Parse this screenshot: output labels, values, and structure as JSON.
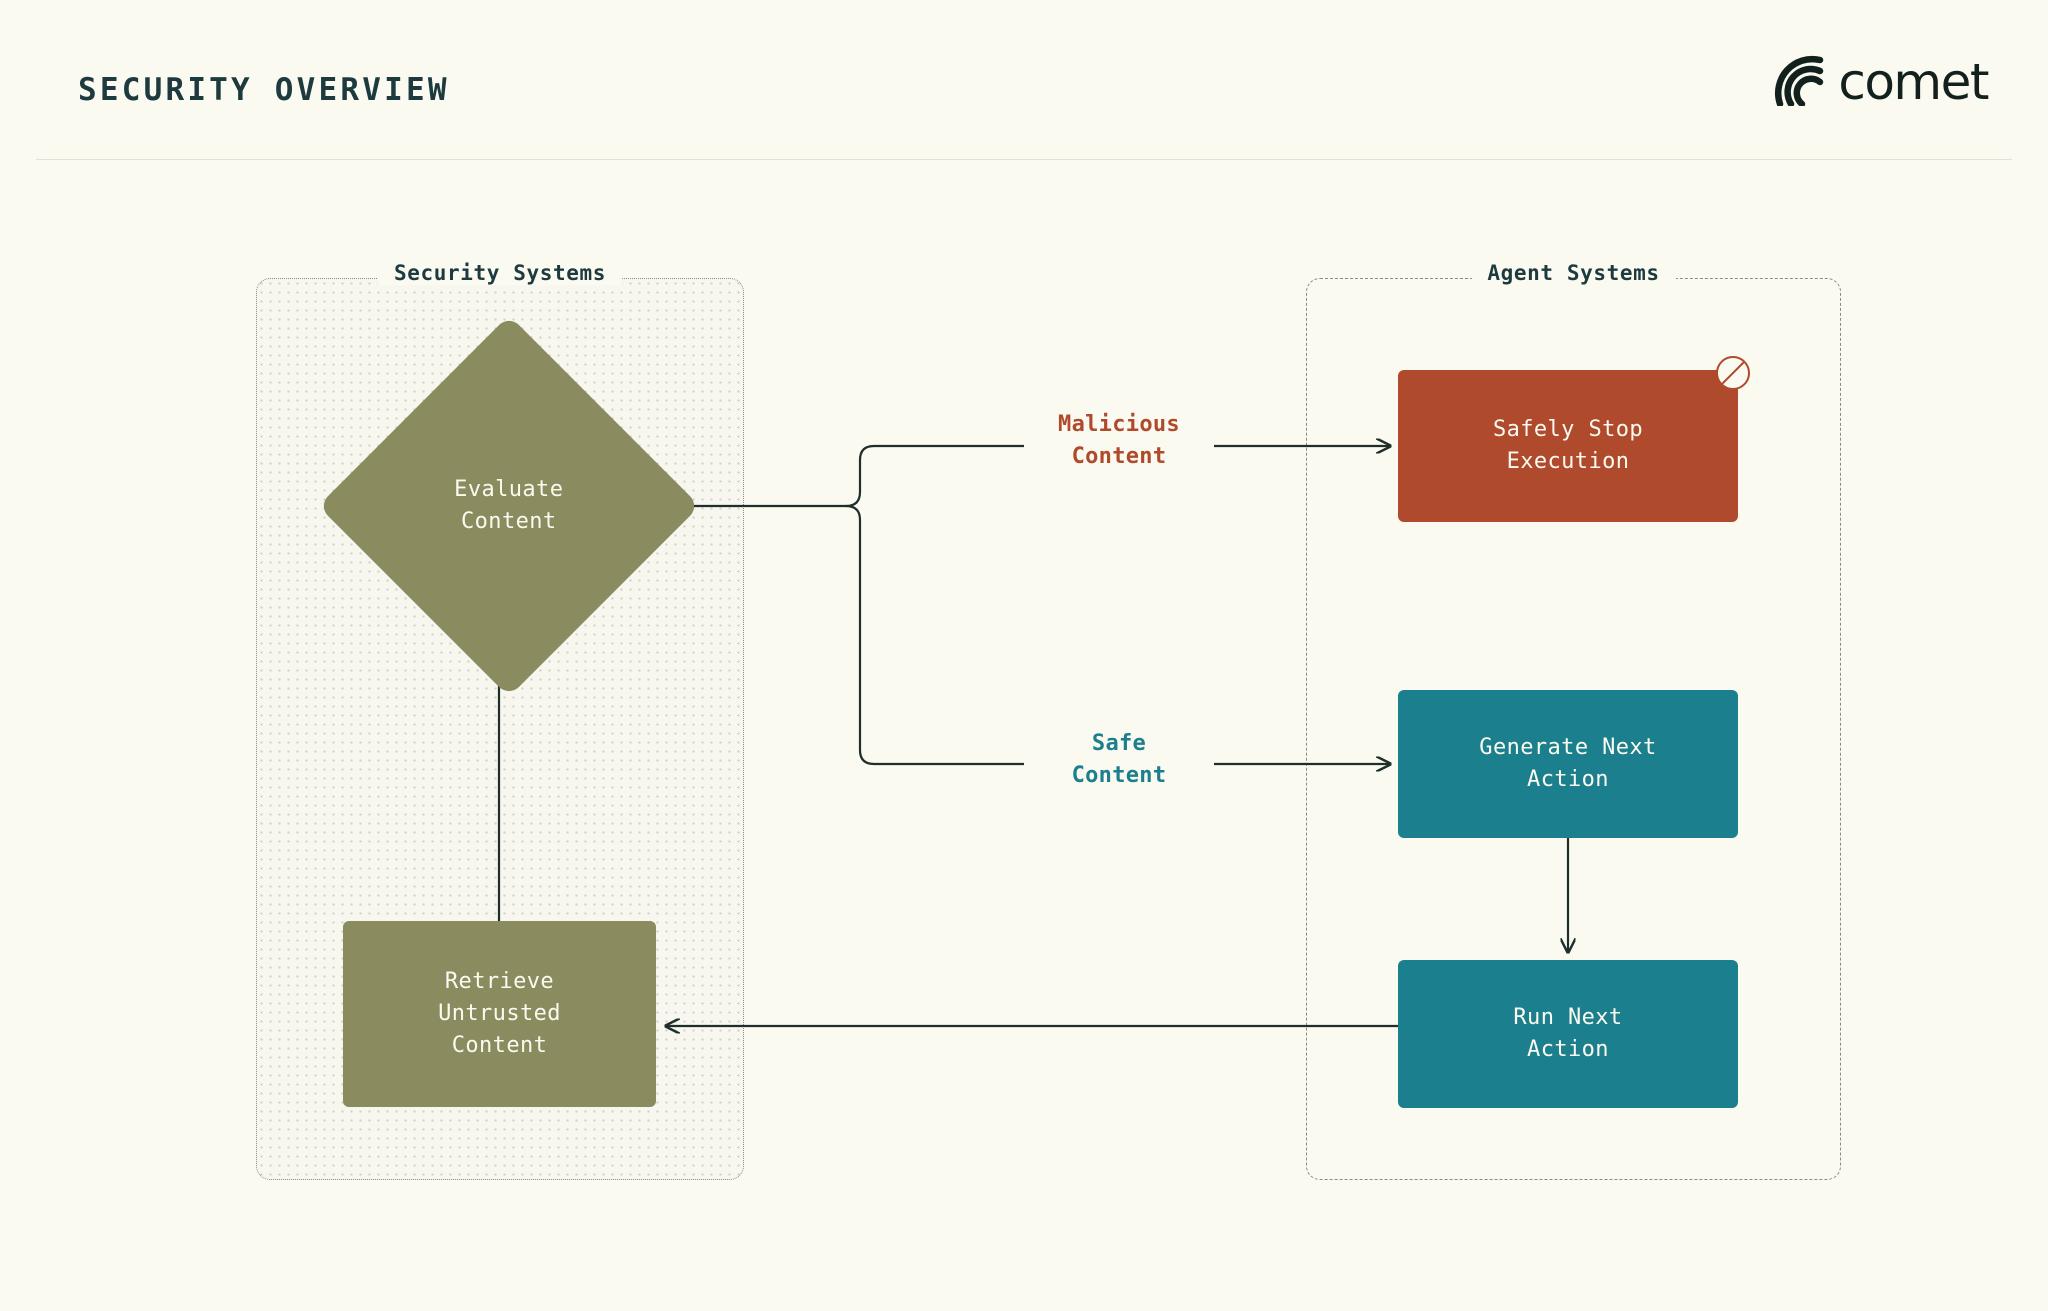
{
  "header": {
    "title": "SECURITY OVERVIEW",
    "logo_text": "comet",
    "logo_mark_name": "comet-arcs-icon"
  },
  "colors": {
    "background": "#fbfaf0",
    "title": "#1d3b3f",
    "olive": "#8a8b5e",
    "rust": "#b04a2c",
    "teal": "#1b7f8e",
    "edge_stroke": "#1d2e2b",
    "group_border": "#8b8b85"
  },
  "groups": [
    {
      "id": "security",
      "label": "Security Systems"
    },
    {
      "id": "agent",
      "label": "Agent Systems"
    }
  ],
  "nodes": {
    "evaluate": {
      "label": "Evaluate\nContent",
      "shape": "diamond",
      "color": "olive",
      "group": "security"
    },
    "retrieve": {
      "label": "Retrieve\nUntrusted\nContent",
      "shape": "rect",
      "color": "olive",
      "group": "security"
    },
    "stop": {
      "label": "Safely Stop\nExecution",
      "shape": "rect",
      "color": "rust",
      "group": "agent",
      "badge": "prohibition-icon"
    },
    "generate": {
      "label": "Generate Next\nAction",
      "shape": "rect",
      "color": "teal",
      "group": "agent"
    },
    "run": {
      "label": "Run Next\nAction",
      "shape": "rect",
      "color": "teal",
      "group": "agent"
    }
  },
  "edges": [
    {
      "from": "retrieve",
      "to": "evaluate",
      "label": ""
    },
    {
      "from": "evaluate",
      "to": "stop",
      "label": "Malicious\nContent"
    },
    {
      "from": "evaluate",
      "to": "generate",
      "label": "Safe\nContent"
    },
    {
      "from": "generate",
      "to": "run",
      "label": ""
    },
    {
      "from": "run",
      "to": "retrieve",
      "label": ""
    }
  ],
  "edge_labels": {
    "malicious": "Malicious\nContent",
    "safe": "Safe\nContent"
  }
}
